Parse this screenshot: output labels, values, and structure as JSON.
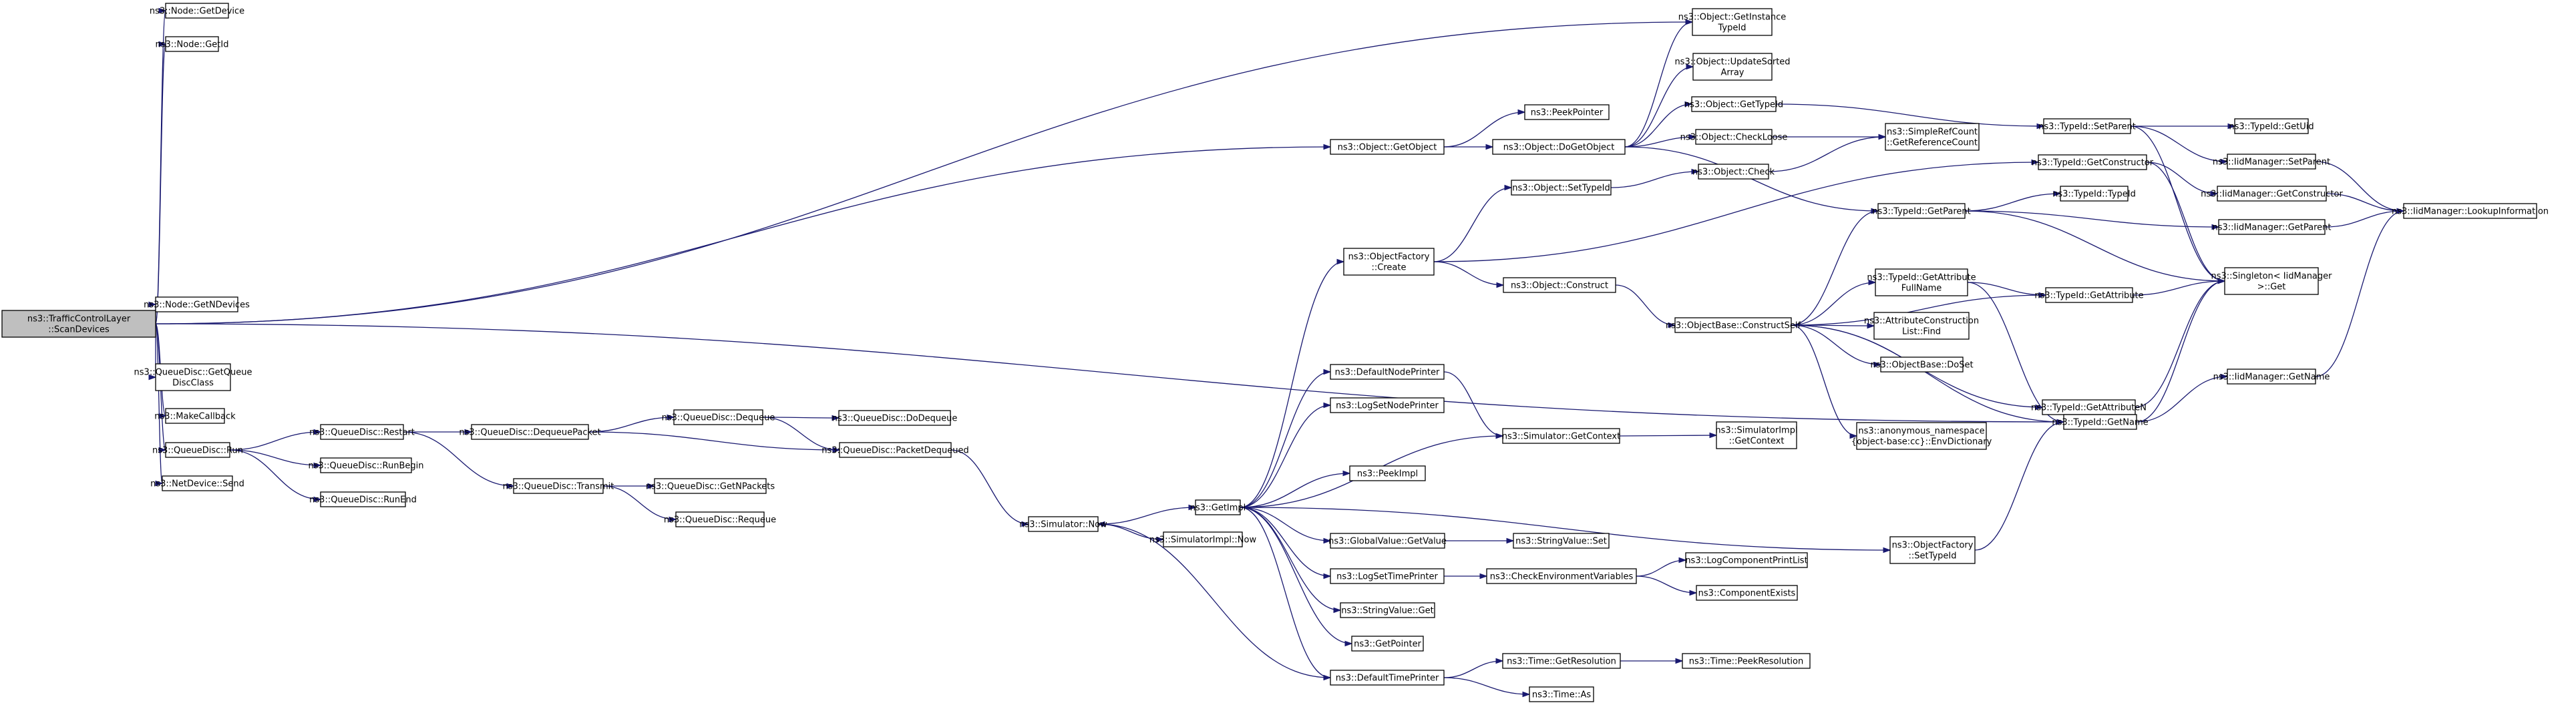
{
  "colors": {
    "edge": "#191970",
    "node_border": "#000000",
    "node_border_missing": "#ff0000",
    "root_fill": "#bfbfbf",
    "node_fill": "#ffffff"
  },
  "nodes": [
    {
      "id": "root",
      "lines": [
        "ns3::TrafficControlLayer",
        "::ScanDevices"
      ],
      "root": true
    },
    {
      "id": "node_getdevice",
      "lines": [
        "ns3::Node::GetDevice"
      ]
    },
    {
      "id": "node_getid",
      "lines": [
        "ns3::Node::GetId"
      ]
    },
    {
      "id": "node_getndevices",
      "lines": [
        "ns3::Node::GetNDevices"
      ]
    },
    {
      "id": "qd_getqueuedisc",
      "lines": [
        "ns3::QueueDisc::GetQueue",
        "DiscClass"
      ]
    },
    {
      "id": "makecallback",
      "lines": [
        "ns3::MakeCallback"
      ]
    },
    {
      "id": "qd_run",
      "lines": [
        "ns3::QueueDisc::Run"
      ]
    },
    {
      "id": "netdevice_send",
      "lines": [
        "ns3::NetDevice::Send"
      ]
    },
    {
      "id": "qd_restart",
      "lines": [
        "ns3::QueueDisc::Restart"
      ]
    },
    {
      "id": "qd_runbegin",
      "lines": [
        "ns3::QueueDisc::RunBegin"
      ]
    },
    {
      "id": "qd_runend",
      "lines": [
        "ns3::QueueDisc::RunEnd"
      ]
    },
    {
      "id": "qd_dequeuepacket",
      "lines": [
        "ns3::QueueDisc::DequeuePacket"
      ]
    },
    {
      "id": "qd_transmit",
      "lines": [
        "ns3::QueueDisc::Transmit"
      ]
    },
    {
      "id": "qd_dequeue",
      "lines": [
        "ns3::QueueDisc::Dequeue"
      ]
    },
    {
      "id": "qd_packetdequeued",
      "lines": [
        "ns3::QueueDisc::PacketDequeued"
      ]
    },
    {
      "id": "qd_dodequeue",
      "lines": [
        "ns3::QueueDisc::DoDequeue"
      ]
    },
    {
      "id": "qd_getnpackets",
      "lines": [
        "ns3::QueueDisc::GetNPackets"
      ]
    },
    {
      "id": "qd_requeue",
      "lines": [
        "ns3::QueueDisc::Requeue"
      ]
    },
    {
      "id": "sim_now",
      "lines": [
        "ns3::Simulator::Now"
      ]
    },
    {
      "id": "getimpl",
      "lines": [
        "ns3::GetImpl"
      ]
    },
    {
      "id": "simimpl_now",
      "lines": [
        "ns3::SimulatorImpl::Now"
      ]
    },
    {
      "id": "obj_getobject",
      "lines": [
        "ns3::Object::GetObject"
      ]
    },
    {
      "id": "peekpointer",
      "lines": [
        "ns3::PeekPointer"
      ]
    },
    {
      "id": "obj_dogetobject",
      "lines": [
        "ns3::Object::DoGetObject"
      ]
    },
    {
      "id": "obj_getinstancetypeid",
      "lines": [
        "ns3::Object::GetInstance",
        "TypeId"
      ]
    },
    {
      "id": "obj_updatesortedarray",
      "lines": [
        "ns3::Object::UpdateSorted",
        "Array"
      ]
    },
    {
      "id": "obj_gettypeid",
      "lines": [
        "ns3::Object::GetTypeId"
      ]
    },
    {
      "id": "obj_checkloose",
      "lines": [
        "ns3::Object::CheckLoose"
      ]
    },
    {
      "id": "obj_check",
      "lines": [
        "ns3::Object::Check"
      ]
    },
    {
      "id": "simplerefcount",
      "lines": [
        "ns3::SimpleRefCount",
        "::GetReferenceCount"
      ]
    },
    {
      "id": "obj_settypeid",
      "lines": [
        "ns3::Object::SetTypeId"
      ]
    },
    {
      "id": "objfactory_create",
      "lines": [
        "ns3::ObjectFactory",
        "::Create"
      ]
    },
    {
      "id": "obj_construct",
      "lines": [
        "ns3::Object::Construct"
      ]
    },
    {
      "id": "objbase_constructself",
      "lines": [
        "ns3::ObjectBase::ConstructSelf"
      ],
      "missing": true
    },
    {
      "id": "typeid_getconstructor",
      "lines": [
        "ns3::TypeId::GetConstructor"
      ]
    },
    {
      "id": "typeid_getparent",
      "lines": [
        "ns3::TypeId::GetParent"
      ]
    },
    {
      "id": "typeid_typeid",
      "lines": [
        "ns3::TypeId::TypeId"
      ]
    },
    {
      "id": "typeid_setparent",
      "lines": [
        "ns3::TypeId::SetParent"
      ]
    },
    {
      "id": "typeid_getuid",
      "lines": [
        "ns3::TypeId::GetUid"
      ]
    },
    {
      "id": "iidm_setparent",
      "lines": [
        "ns3::IidManager::SetParent"
      ]
    },
    {
      "id": "iidm_getconstructor",
      "lines": [
        "ns3::IidManager::GetConstructor"
      ]
    },
    {
      "id": "iidm_getparent",
      "lines": [
        "ns3::IidManager::GetParent"
      ]
    },
    {
      "id": "iidm_lookupinformation",
      "lines": [
        "ns3::IidManager::LookupInformation"
      ]
    },
    {
      "id": "singleton_get",
      "lines": [
        "ns3::Singleton< IidManager",
        ">::Get"
      ]
    },
    {
      "id": "typeid_getattributefullname",
      "lines": [
        "ns3::TypeId::GetAttribute",
        "FullName"
      ]
    },
    {
      "id": "typeid_getattribute",
      "lines": [
        "ns3::TypeId::GetAttribute"
      ],
      "missing": true
    },
    {
      "id": "attrconstruction_find",
      "lines": [
        "ns3::AttributeConstruction",
        "List::Find"
      ]
    },
    {
      "id": "objbase_doset",
      "lines": [
        "ns3::ObjectBase::DoSet"
      ]
    },
    {
      "id": "typeid_getattributen",
      "lines": [
        "ns3::TypeId::GetAttributeN"
      ],
      "missing": true
    },
    {
      "id": "anon_envdictionary",
      "lines": [
        "ns3::anonymous_namespace",
        "{object-base:cc}::EnvDictionary"
      ]
    },
    {
      "id": "typeid_getname",
      "lines": [
        "ns3::TypeId::GetName"
      ]
    },
    {
      "id": "iidm_getname",
      "lines": [
        "ns3::IidManager::GetName"
      ]
    },
    {
      "id": "defaultnodeprinter",
      "lines": [
        "ns3::DefaultNodePrinter"
      ]
    },
    {
      "id": "logsetnodeprinter",
      "lines": [
        "ns3::LogSetNodePrinter"
      ]
    },
    {
      "id": "sim_getcontext",
      "lines": [
        "ns3::Simulator::GetContext"
      ]
    },
    {
      "id": "simimpl_getcontext",
      "lines": [
        "ns3::SimulatorImpl",
        "::GetContext"
      ]
    },
    {
      "id": "peekimpl",
      "lines": [
        "ns3::PeekImpl"
      ]
    },
    {
      "id": "globalvalue_getvalue",
      "lines": [
        "ns3::GlobalValue::GetValue"
      ]
    },
    {
      "id": "stringvalue_set",
      "lines": [
        "ns3::StringValue::Set"
      ]
    },
    {
      "id": "objfactory_settypeid",
      "lines": [
        "ns3::ObjectFactory",
        "::SetTypeId"
      ]
    },
    {
      "id": "logsettimeprinter",
      "lines": [
        "ns3::LogSetTimePrinter"
      ]
    },
    {
      "id": "checkenvvars",
      "lines": [
        "ns3::CheckEnvironmentVariables"
      ]
    },
    {
      "id": "logcomponentprintlist",
      "lines": [
        "ns3::LogComponentPrintList"
      ],
      "missing": true
    },
    {
      "id": "componentexists",
      "lines": [
        "ns3::ComponentExists"
      ],
      "missing": true
    },
    {
      "id": "stringvalue_get",
      "lines": [
        "ns3::StringValue::Get"
      ]
    },
    {
      "id": "getpointer",
      "lines": [
        "ns3::GetPointer"
      ]
    },
    {
      "id": "defaulttimeprinter",
      "lines": [
        "ns3::DefaultTimePrinter"
      ]
    },
    {
      "id": "time_getresolution",
      "lines": [
        "ns3::Time::GetResolution"
      ]
    },
    {
      "id": "time_peekresolution",
      "lines": [
        "ns3::Time::PeekResolution"
      ],
      "missing": true
    },
    {
      "id": "time_as",
      "lines": [
        "ns3::Time::As"
      ]
    }
  ],
  "edges": [
    [
      "root",
      "node_getdevice"
    ],
    [
      "root",
      "node_getid"
    ],
    [
      "root",
      "node_getndevices"
    ],
    [
      "root",
      "qd_getqueuedisc"
    ],
    [
      "root",
      "makecallback"
    ],
    [
      "root",
      "qd_run"
    ],
    [
      "root",
      "netdevice_send"
    ],
    [
      "root",
      "obj_getobject"
    ],
    [
      "root",
      "obj_getinstancetypeid"
    ],
    [
      "root",
      "typeid_getname"
    ],
    [
      "qd_run",
      "qd_restart"
    ],
    [
      "qd_run",
      "qd_runbegin"
    ],
    [
      "qd_run",
      "qd_runend"
    ],
    [
      "qd_restart",
      "qd_dequeuepacket"
    ],
    [
      "qd_restart",
      "qd_transmit"
    ],
    [
      "qd_dequeuepacket",
      "qd_dequeue"
    ],
    [
      "qd_dequeuepacket",
      "qd_packetdequeued"
    ],
    [
      "qd_dequeue",
      "qd_dodequeue"
    ],
    [
      "qd_dequeue",
      "qd_packetdequeued"
    ],
    [
      "qd_transmit",
      "qd_getnpackets"
    ],
    [
      "qd_transmit",
      "qd_requeue"
    ],
    [
      "qd_packetdequeued",
      "sim_now"
    ],
    [
      "sim_now",
      "getimpl"
    ],
    [
      "sim_now",
      "simimpl_now"
    ],
    [
      "getimpl",
      "objfactory_create"
    ],
    [
      "getimpl",
      "defaultnodeprinter"
    ],
    [
      "getimpl",
      "logsetnodeprinter"
    ],
    [
      "getimpl",
      "sim_getcontext"
    ],
    [
      "getimpl",
      "peekimpl"
    ],
    [
      "getimpl",
      "globalvalue_getvalue"
    ],
    [
      "getimpl",
      "objfactory_settypeid"
    ],
    [
      "getimpl",
      "logsettimeprinter"
    ],
    [
      "getimpl",
      "stringvalue_get"
    ],
    [
      "getimpl",
      "getpointer"
    ],
    [
      "getimpl",
      "defaulttimeprinter"
    ],
    [
      "obj_getobject",
      "peekpointer"
    ],
    [
      "obj_getobject",
      "obj_dogetobject"
    ],
    [
      "obj_dogetobject",
      "obj_getinstancetypeid"
    ],
    [
      "obj_dogetobject",
      "obj_updatesortedarray"
    ],
    [
      "obj_dogetobject",
      "obj_gettypeid"
    ],
    [
      "obj_dogetobject",
      "obj_checkloose"
    ],
    [
      "obj_dogetobject",
      "typeid_getparent"
    ],
    [
      "obj_checkloose",
      "simplerefcount"
    ],
    [
      "obj_check",
      "simplerefcount"
    ],
    [
      "obj_gettypeid",
      "typeid_setparent"
    ],
    [
      "objfactory_create",
      "obj_settypeid"
    ],
    [
      "objfactory_create",
      "obj_construct"
    ],
    [
      "objfactory_create",
      "typeid_getconstructor"
    ],
    [
      "obj_settypeid",
      "obj_check"
    ],
    [
      "obj_construct",
      "objbase_constructself"
    ],
    [
      "objbase_constructself",
      "typeid_getparent"
    ],
    [
      "objbase_constructself",
      "typeid_getattributefullname"
    ],
    [
      "objbase_constructself",
      "typeid_getattribute"
    ],
    [
      "objbase_constructself",
      "attrconstruction_find"
    ],
    [
      "objbase_constructself",
      "objbase_doset"
    ],
    [
      "objbase_constructself",
      "typeid_getattributen"
    ],
    [
      "objbase_constructself",
      "anon_envdictionary"
    ],
    [
      "objbase_constructself",
      "typeid_getname"
    ],
    [
      "typeid_getparent",
      "typeid_typeid"
    ],
    [
      "typeid_getparent",
      "iidm_getparent"
    ],
    [
      "typeid_getparent",
      "singleton_get"
    ],
    [
      "typeid_setparent",
      "typeid_getuid"
    ],
    [
      "typeid_setparent",
      "iidm_setparent"
    ],
    [
      "typeid_setparent",
      "singleton_get"
    ],
    [
      "typeid_getconstructor",
      "iidm_getconstructor"
    ],
    [
      "typeid_getconstructor",
      "singleton_get"
    ],
    [
      "iidm_setparent",
      "iidm_lookupinformation"
    ],
    [
      "iidm_getconstructor",
      "iidm_lookupinformation"
    ],
    [
      "iidm_getparent",
      "iidm_lookupinformation"
    ],
    [
      "iidm_getname",
      "iidm_lookupinformation"
    ],
    [
      "typeid_getattributefullname",
      "typeid_getattribute"
    ],
    [
      "typeid_getattributefullname",
      "typeid_getname"
    ],
    [
      "typeid_getattribute",
      "singleton_get"
    ],
    [
      "typeid_getattributen",
      "singleton_get"
    ],
    [
      "typeid_getname",
      "iidm_getname"
    ],
    [
      "typeid_getname",
      "singleton_get"
    ],
    [
      "sim_getcontext",
      "simimpl_getcontext"
    ],
    [
      "defaultnodeprinter",
      "sim_getcontext"
    ],
    [
      "globalvalue_getvalue",
      "stringvalue_set"
    ],
    [
      "objfactory_settypeid",
      "typeid_getname"
    ],
    [
      "logsettimeprinter",
      "checkenvvars"
    ],
    [
      "checkenvvars",
      "logcomponentprintlist"
    ],
    [
      "checkenvvars",
      "componentexists"
    ],
    [
      "defaulttimeprinter",
      "time_getresolution"
    ],
    [
      "defaulttimeprinter",
      "time_as"
    ],
    [
      "defaulttimeprinter",
      "sim_now"
    ],
    [
      "time_getresolution",
      "time_peekresolution"
    ]
  ]
}
